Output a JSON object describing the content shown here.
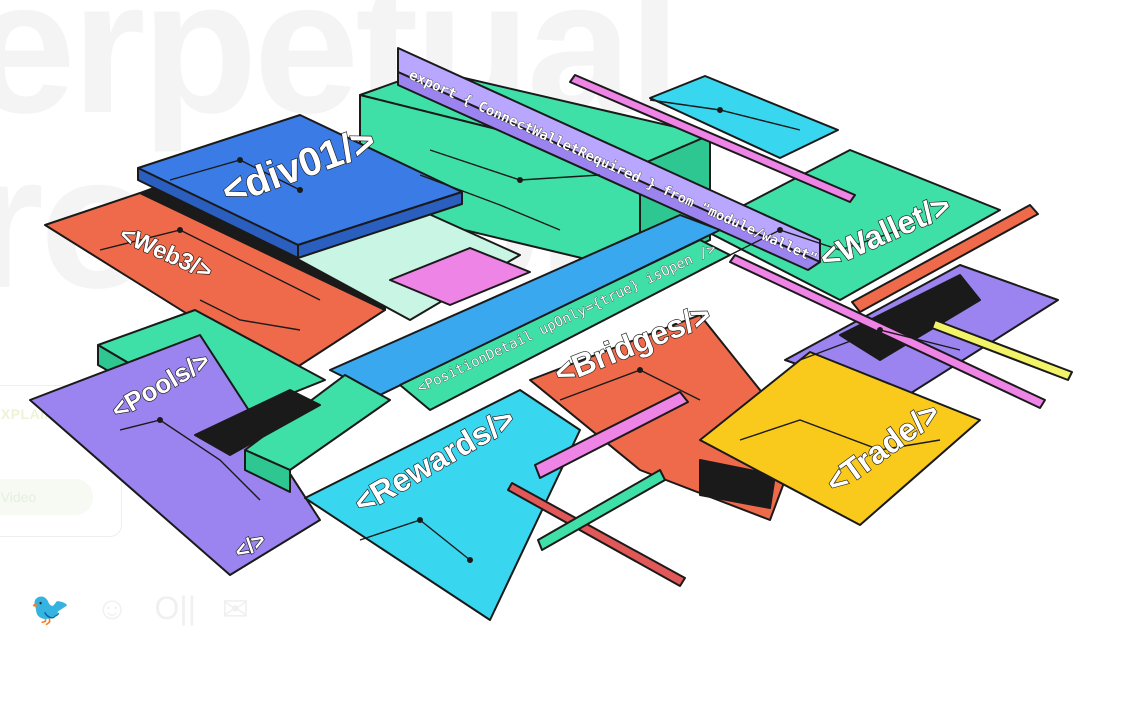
{
  "background": {
    "title_line_1": "erpetual",
    "title_line_2": "rotocol",
    "badge_text": "EXPLAINED",
    "watch_button": "h Video",
    "socials": [
      {
        "icon": "twitter-icon",
        "glyph": "🐦"
      },
      {
        "icon": "discord-icon",
        "glyph": "☺"
      },
      {
        "icon": "medium-icon",
        "glyph": "O||"
      },
      {
        "icon": "mail-icon",
        "glyph": "✉"
      }
    ]
  },
  "illustration": {
    "labels": {
      "div01": "<div01/>",
      "web3": "<Web3/>",
      "wallet": "<Wallet/>",
      "pools": "<Pools/>",
      "pools_close": "</>",
      "bridges": "<Bridges/>",
      "rewards": "<Rewards/>",
      "trade": "<Trade/>",
      "export_code": "export { ConnectWalletRequired } from \"module/wallet\"",
      "position_code": "<PositionDetail upOnly={true} isOpen />"
    },
    "colors": {
      "blue": "#3b7be6",
      "orange": "#ef6a4a",
      "mint": "#3fe0a8",
      "cyan": "#39d7ef",
      "purple": "#9c84f0",
      "yellow": "#f9c91c",
      "pink": "#ee84e6",
      "lightyellow": "#f3f36a",
      "outline": "#1a1a1a"
    }
  }
}
